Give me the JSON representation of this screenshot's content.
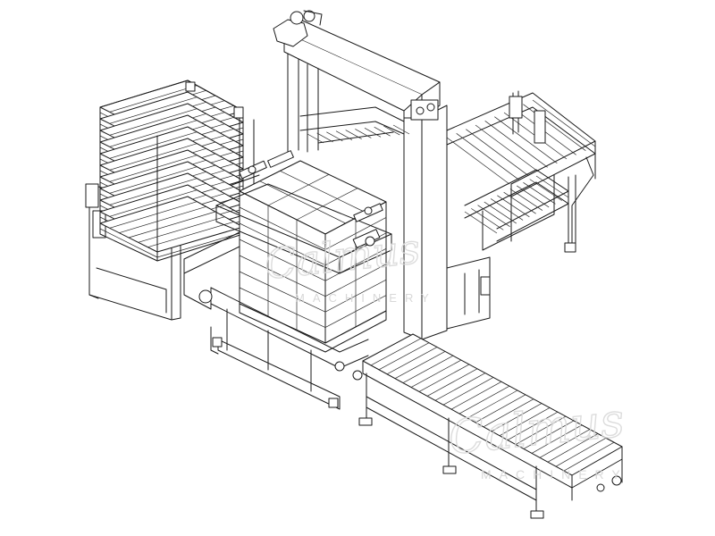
{
  "figure": {
    "palette": {
      "line": "#1a1a1a",
      "background": "#ffffff",
      "watermark": "#d9d9d9"
    }
  },
  "watermarks": [
    {
      "brand": "Calmus",
      "tagline": "MACHINERY"
    },
    {
      "brand": "Calmus",
      "tagline": "MACHINERY"
    }
  ]
}
